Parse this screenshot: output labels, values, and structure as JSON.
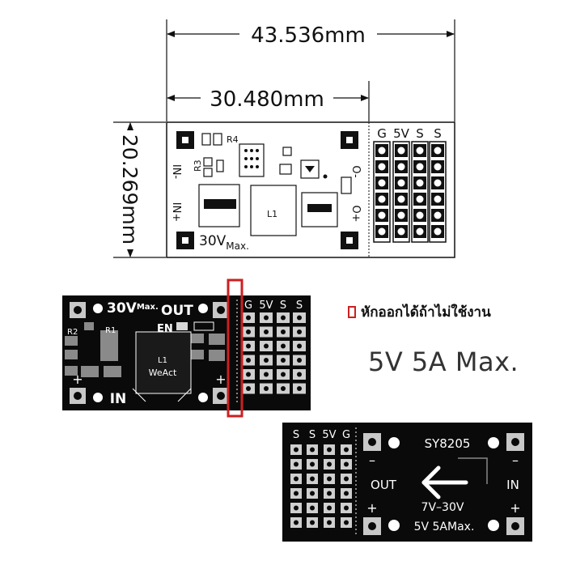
{
  "dimensions": {
    "total_width": "43.536mm",
    "pcb_width": "30.480mm",
    "height": "20.269mm"
  },
  "drawing": {
    "header_labels": [
      "G",
      "5V",
      "S",
      "S"
    ],
    "r4": "R4",
    "r3": "R3",
    "l1": "L1",
    "in_minus": "IN-",
    "in_plus": "IN+",
    "out_minus": "O-",
    "out_plus": "O+",
    "vmax_big": "30V",
    "vmax_small": "Max."
  },
  "top_photo": {
    "vmax_big": "30V",
    "vmax_small": "Max.",
    "out": "OUT",
    "en": "EN",
    "r2": "R2",
    "r1": "R1",
    "l1": "L1",
    "brand": "WeAct",
    "plus": "+",
    "in": "IN",
    "header_labels": [
      "G",
      "5V",
      "S",
      "S"
    ]
  },
  "note": {
    "text": "หักออกได้ถ้าไม่ใช้งาน",
    "marker_color": "#cc2020"
  },
  "spec": "5V 5A Max.",
  "bottom_photo": {
    "header_labels": [
      "S",
      "S",
      "5V",
      "G"
    ],
    "chip": "SY8205",
    "out": "OUT",
    "in": "IN",
    "range": "7V–30V",
    "rating": "5V 5AMax.",
    "minus": "–",
    "plus": "+"
  },
  "colors": {
    "board": "#0a0a0a",
    "pad": "#c8c8c8",
    "silk": "#ffffff",
    "line": "#111111",
    "highlight": "#cc2020"
  }
}
